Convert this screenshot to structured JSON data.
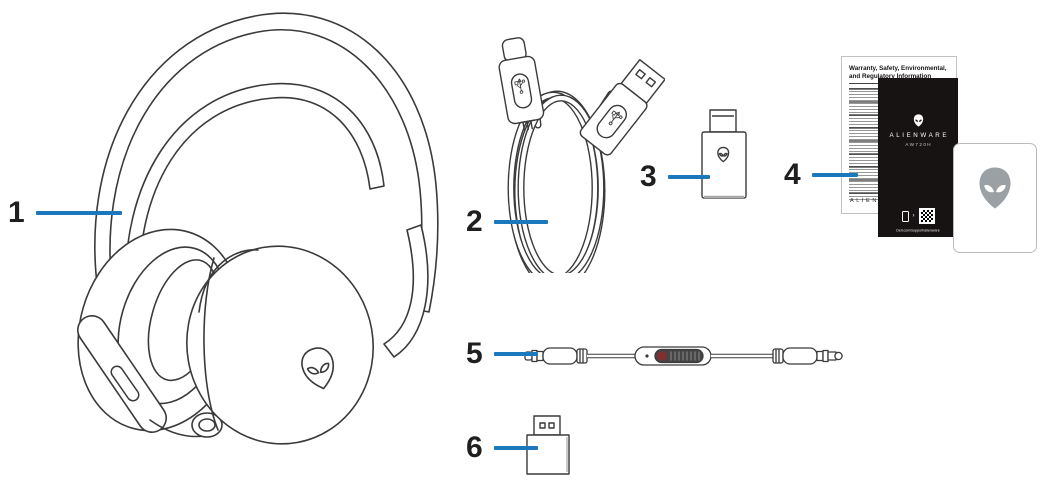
{
  "page": {
    "description": "Alienware headset package contents line-art diagram",
    "background": "#ffffff"
  },
  "colors": {
    "accent_blue": "#1B78BC",
    "line_art": "#3a3a3a",
    "booklet_black": "#161312",
    "alien_gray": "#9AA0A4",
    "slider_red": "#7E2F2F"
  },
  "callouts": [
    {
      "number": "1",
      "target": "headset"
    },
    {
      "number": "2",
      "target": "usb-charging-cable"
    },
    {
      "number": "3",
      "target": "usb-wireless-dongle"
    },
    {
      "number": "4",
      "target": "documentation"
    },
    {
      "number": "5",
      "target": "inline-audio-cable"
    },
    {
      "number": "6",
      "target": "usb-a-adapter"
    }
  ],
  "documents": {
    "warranty_booklet_title": "Warranty, Safety, Environmental, and Regulatory Information",
    "brand": "ALIENWARE",
    "model": "AW720H",
    "support_url": "Dell.com/support/alienware"
  },
  "icons": {
    "chevron": "›",
    "alien_head": "alien-head-icon",
    "usb_trident": "usb-trident-icon",
    "qr": "qr-code",
    "phone": "smartphone-icon"
  }
}
